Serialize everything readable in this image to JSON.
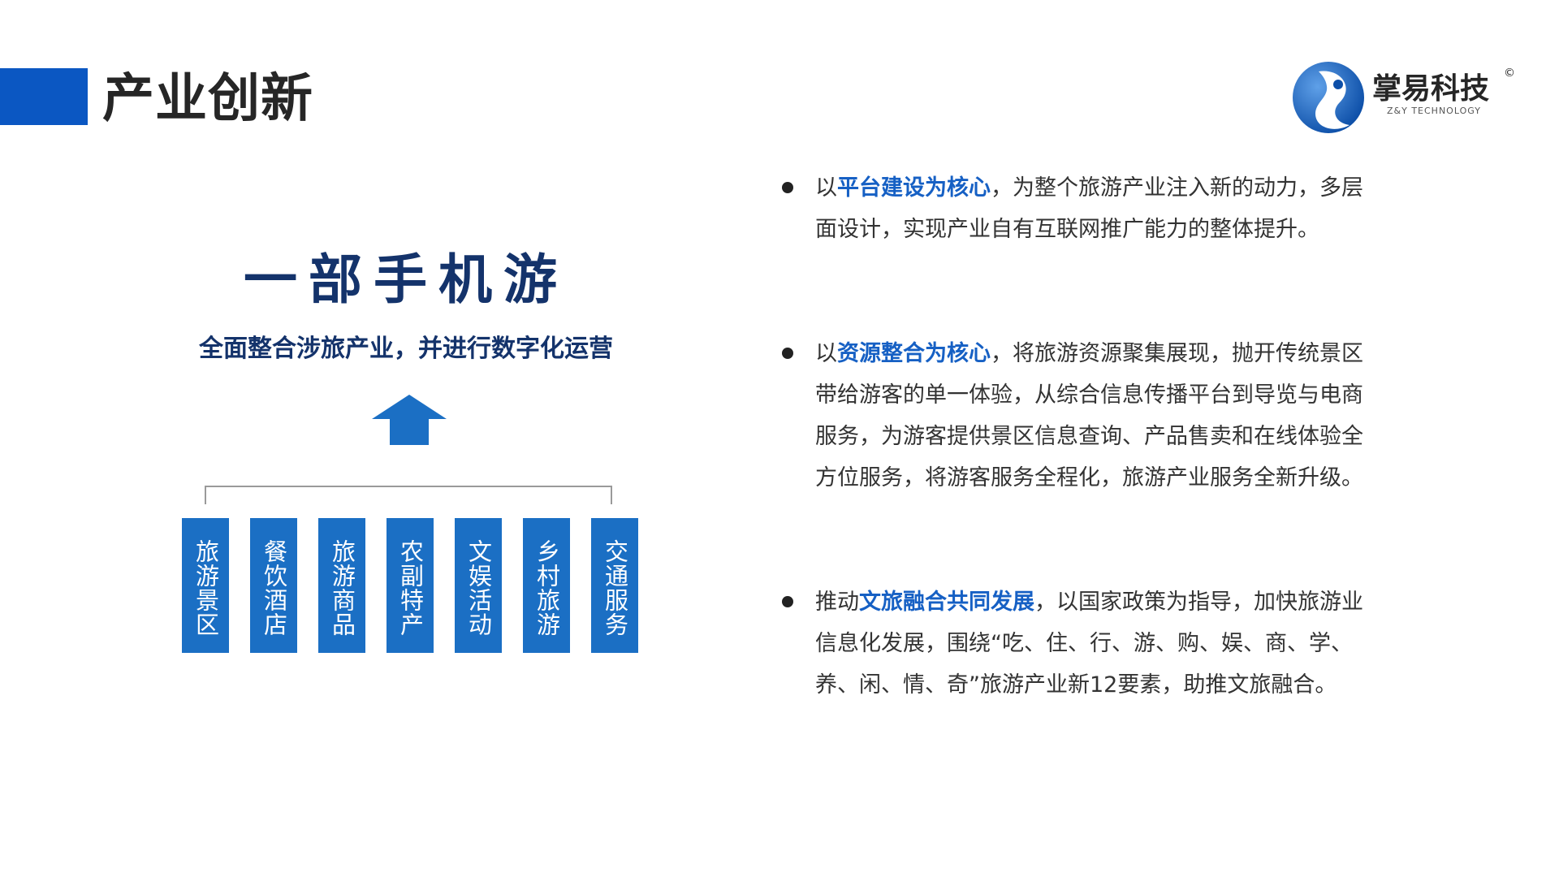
{
  "header": {
    "title": "产业创新"
  },
  "logo": {
    "name": "掌易科技",
    "copyright_mark": "©",
    "english": "Z&Y TECHNOLOGY",
    "colors": {
      "primary": "#1565c0",
      "light": "#5fa0e8"
    }
  },
  "diagram": {
    "heading": "一部手机游",
    "subheading": "全面整合涉旅产业，并进行数字化运营",
    "arrow_icon": "up-arrow-icon",
    "categories": [
      "旅游景区",
      "餐饮酒店",
      "旅游商品",
      "农副特产",
      "文娱活动",
      "乡村旅游",
      "交通服务"
    ]
  },
  "bullets": [
    {
      "prefix": "以",
      "highlight": "平台建设为核心",
      "rest": "，为整个旅游产业注入新的动力，多层面设计，实现产业自有互联网推广能力的整体提升。"
    },
    {
      "prefix": "以",
      "highlight": "资源整合为核心",
      "rest": "，将旅游资源聚集展现，抛开传统景区带给游客的单一体验，从综合信息传播平台到导览与电商服务，为游客提供景区信息查询、产品售卖和在线体验全方位服务，将游客服务全程化，旅游产业服务全新升级。"
    },
    {
      "prefix": "推动",
      "highlight": "文旅融合共同发展",
      "rest": "，以国家政策为指导，加快旅游业信息化发展，围绕“吃、住、行、游、购、娱、商、学、养、闲、情、奇”旅游产业新12要素，助推文旅融合。"
    }
  ],
  "colors": {
    "accent_blue": "#0b57c2",
    "box_blue": "#1b6fc4",
    "heading_navy": "#14336b",
    "highlight_blue": "#1660c4"
  }
}
